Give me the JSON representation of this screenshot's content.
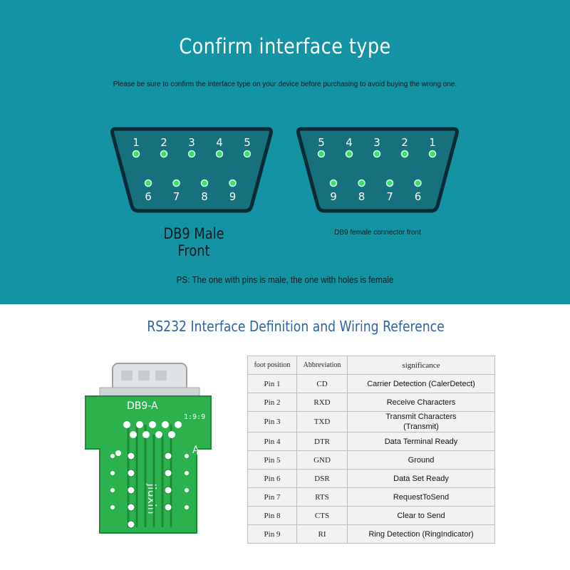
{
  "header": {
    "title": "Confirm interface type",
    "subtitle": "Please be sure to confirm the interface type on your device before purchasing to avoid buying the wrong one."
  },
  "connectors": {
    "male": {
      "top_pins": [
        "1",
        "2",
        "3",
        "4",
        "5"
      ],
      "bottom_pins": [
        "6",
        "7",
        "8",
        "9"
      ],
      "caption": "DB9 Male Front"
    },
    "female": {
      "top_pins": [
        "5",
        "4",
        "3",
        "2",
        "1"
      ],
      "bottom_pins": [
        "9",
        "8",
        "7",
        "6"
      ],
      "caption": "DB9 female connector front"
    },
    "note": "PS: The one with pins is male, the one with holes is female"
  },
  "section": {
    "title": "RS232 Interface Definition and Wiring Reference"
  },
  "board": {
    "label": "DB9-A",
    "letter": "A",
    "brand": "Jiuxin"
  },
  "table": {
    "headers": {
      "position": "foot position",
      "abbreviation": "Abbreviation",
      "significance": "significance"
    },
    "rows": [
      {
        "position": "Pin 1",
        "abbreviation": "CD",
        "significance": "Carrier Detection (CalerDetect)"
      },
      {
        "position": "Pin 2",
        "abbreviation": "RXD",
        "significance": "Receive Characters"
      },
      {
        "position": "Pin 3",
        "abbreviation": "TXD",
        "significance": "Transmit Characters (Transmit)"
      },
      {
        "position": "Pin 4",
        "abbreviation": "DTR",
        "significance": "Data Terminal Ready"
      },
      {
        "position": "Pin 5",
        "abbreviation": "GND",
        "significance": "Ground"
      },
      {
        "position": "Pin 6",
        "abbreviation": "DSR",
        "significance": "Data Set Ready"
      },
      {
        "position": "Pin 7",
        "abbreviation": "RTS",
        "significance": "RequestToSend"
      },
      {
        "position": "Pin 8",
        "abbreviation": "CTS",
        "significance": "Clear to Send"
      },
      {
        "position": "Pin 9",
        "abbreviation": "RI",
        "significance": "Ring Detection (RingIndicator)"
      }
    ]
  },
  "colors": {
    "top_background": "#1393a3",
    "section_title": "#2d63a4",
    "pin_led": "#39e06a",
    "pcb_green": "#2bb24c"
  }
}
